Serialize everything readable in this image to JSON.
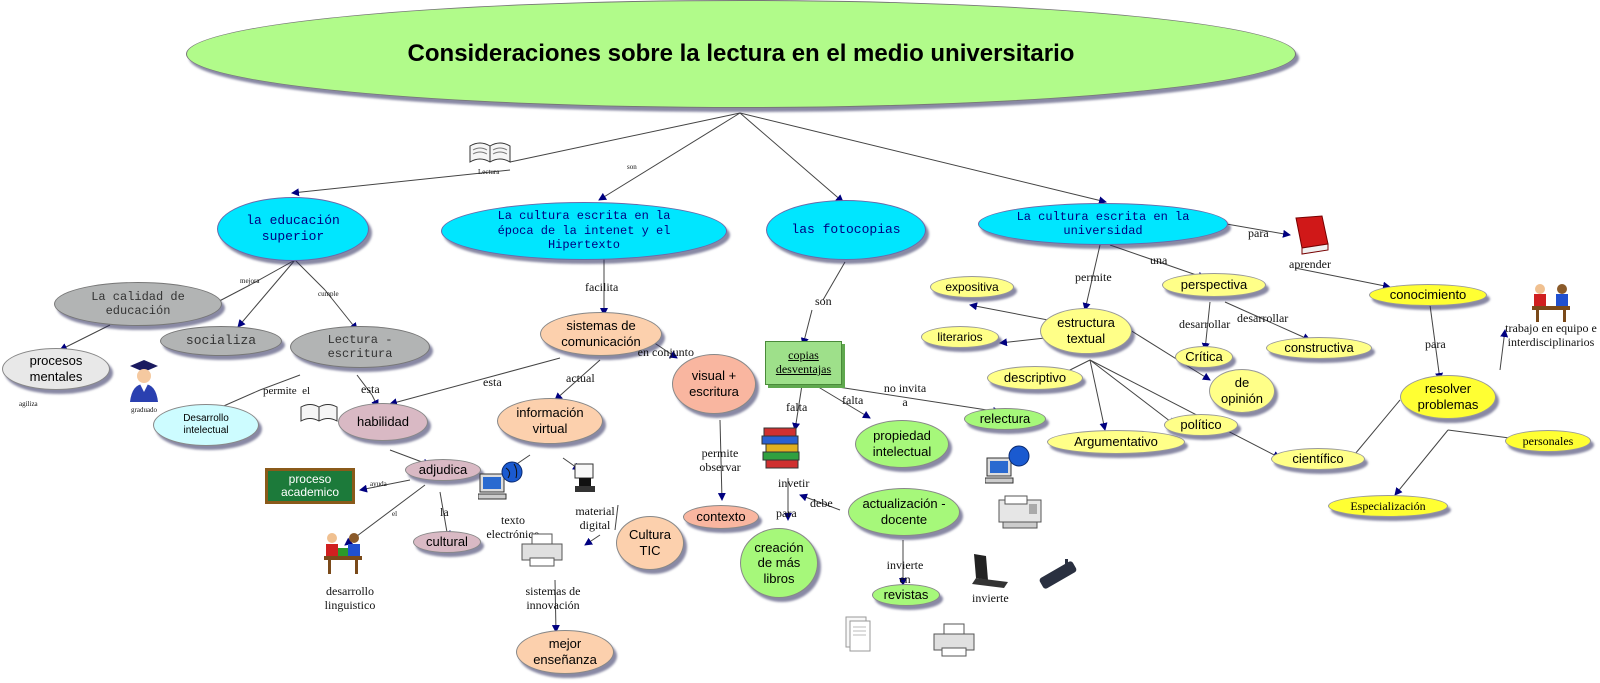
{
  "title": "Consideraciones sobre la lectura en  el medio universitario",
  "nodes": {
    "educacion_superior": "la educación superior",
    "cultura_internet": "La cultura escrita en la época de la intenet y el Hipertexto",
    "fotocopias": "las fotocopias",
    "cultura_universidad": "La cultura escrita en la universidad",
    "calidad_educacion": "La calidad de educación",
    "socializa": "socializa",
    "lectura_escritura": "Lectura - escritura",
    "procesos_mentales": "procesos mentales",
    "desarrollo_intelectual": "Desarrollo intelectual",
    "habilidad": "habilidad",
    "adjudica": "adjudica",
    "proceso_academico": "proceso academico",
    "cultural": "cultural",
    "sistemas_comunicacion": "sistemas de comunicación",
    "informacion_virtual": "información virtual",
    "visual_escritura": "visual + escritura",
    "contexto": "contexto",
    "cultura_tic": "Cultura TIC",
    "mejor_ensenanza": "mejor enseñanza",
    "copias_desventajas": "copias desventajas",
    "propiedad_intelectual": "propiedad intelectual",
    "relectura": "relectura",
    "creacion_libros": "creación de más libros",
    "actualizacion_docente": "actualización -docente",
    "revistas": "revistas",
    "expositiva": "expositiva",
    "literarios": "literarios",
    "estructura_textual": "estructura textual",
    "descriptivo": "descriptivo",
    "argumentativo": "Argumentativo",
    "politico": "político",
    "perspectiva": "perspectiva",
    "critica": "Crítica",
    "constructiva": "constructiva",
    "de_opinion": "de opinión",
    "cientifico": "científico",
    "conocimiento": "conocimiento",
    "resolver_problemas": "resolver problemas",
    "personales": "personales",
    "especializacion": "Especialización"
  },
  "labels": {
    "lectura_icon": "Lectura",
    "son_top": "son",
    "mejora": "mejora",
    "cumple": "cumple",
    "agiliza": "agiliza",
    "graduado": "graduado",
    "permite_el": "permite  el",
    "esta1": "esta",
    "esta2": "esta",
    "ayuda": "ayuda",
    "el": "el",
    "la": "la",
    "desarrollo_linguistico": "desarrollo linguistico",
    "facilita": "facilita",
    "actual": "actual",
    "en_conjunto": "en conjunto",
    "permite_observar": "permite observar",
    "texto_electronico": "texto electrónico",
    "material_digital": "material digital",
    "sistemas_innovacion": "sistemas de innovación",
    "son_fotocopias": "son",
    "falta1": "falta",
    "falta2": "falta",
    "no_invita_a": "no invita a",
    "invetir": "invetir",
    "para_libros": "para",
    "debe": "debe",
    "invierte_en": "invierte en",
    "invierte": "invierte",
    "permite": "permite",
    "una": "una",
    "desarrollar1": "desarrollar",
    "desarrollar2": "desarrollar",
    "para_aprender": "para",
    "aprender": "aprender",
    "para_conocimiento": "para",
    "trabajo_equipo": "trabajo en equipo e interdisciplinarios"
  }
}
